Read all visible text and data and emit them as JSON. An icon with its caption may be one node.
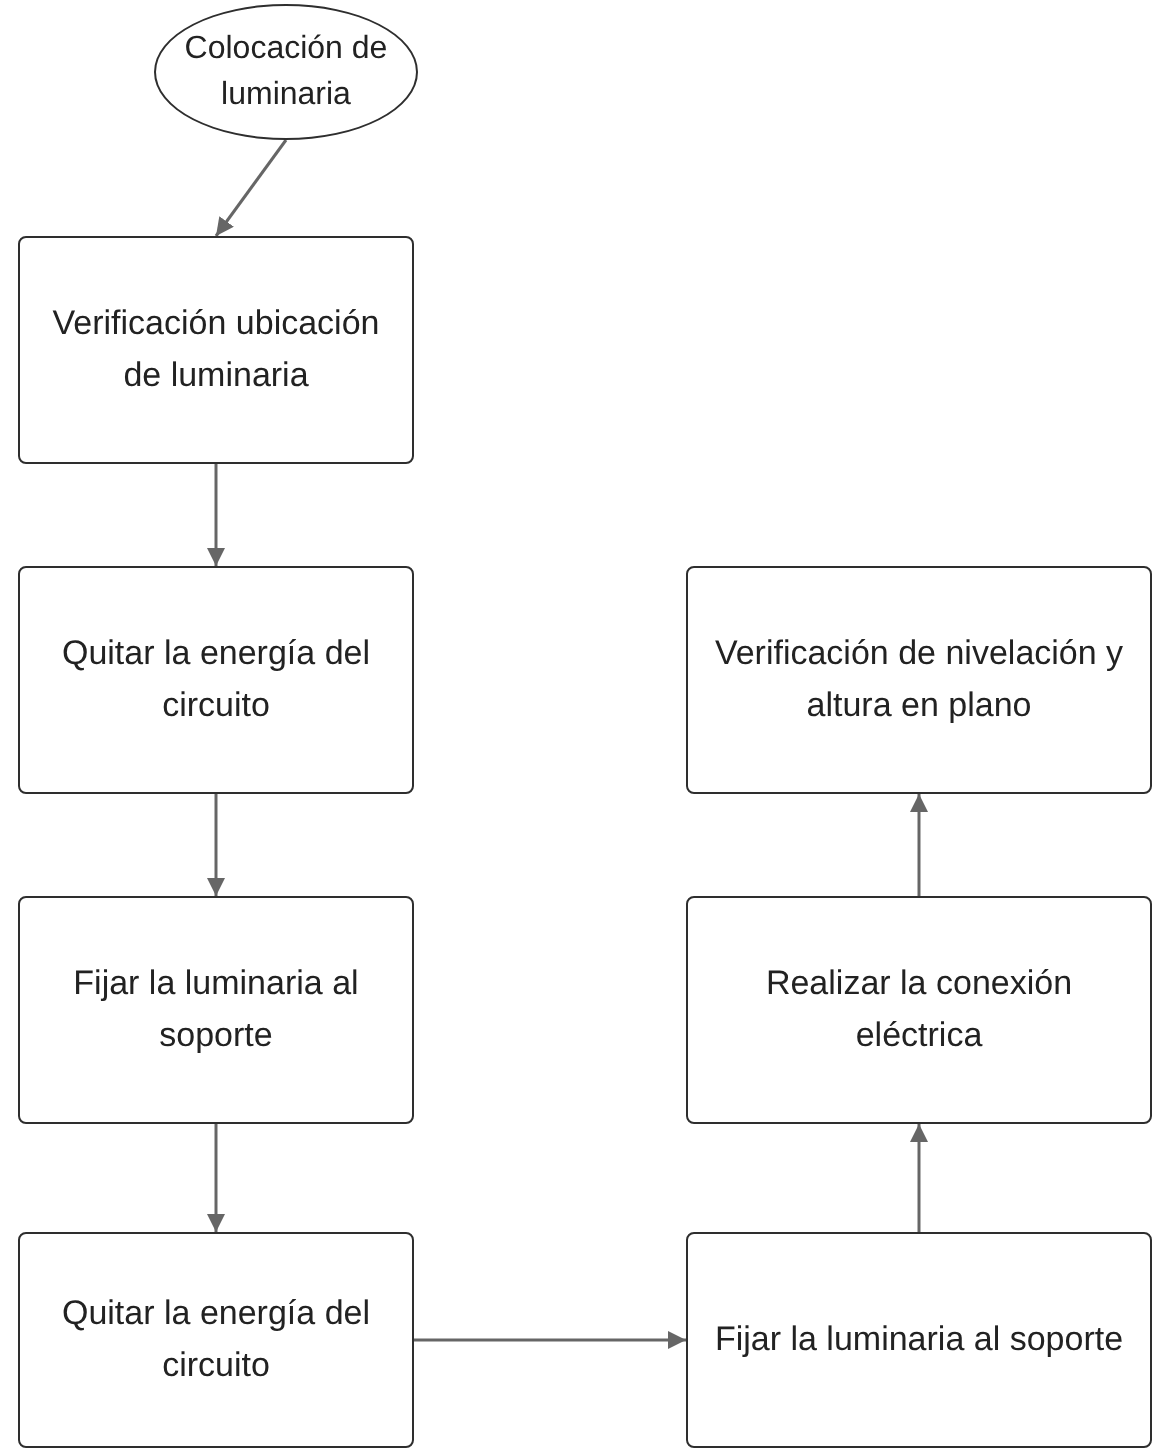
{
  "diagram": {
    "nodes": [
      {
        "text": [
          "Colocación de luminaria"
        ]
      },
      {
        "text": [
          "Verificación ubicación de luminaria"
        ]
      },
      {
        "text": [
          "Quitar la energía del circuito"
        ]
      },
      {
        "text": [
          "Fijar la luminaria al soporte"
        ]
      },
      {
        "text": [
          "Quitar la energía del circuito"
        ]
      },
      {
        "text": [
          "Fijar la luminaria al soporte"
        ]
      },
      {
        "text": [
          "Realizar la conexión eléctrica"
        ]
      },
      {
        "text": [
          "Verificación de nivelación y altura en plano"
        ]
      }
    ],
    "edges": [
      {
        "from": 0,
        "to": 1,
        "arrow": "to"
      },
      {
        "from": 1,
        "to": 2,
        "arrow": "to"
      },
      {
        "from": 2,
        "to": 3,
        "arrow": "to"
      },
      {
        "from": 3,
        "to": 4,
        "arrow": "to"
      },
      {
        "from": 4,
        "to": 5,
        "arrow": "to"
      },
      {
        "from": 5,
        "to": 6,
        "arrow": "to"
      },
      {
        "from": 6,
        "to": 7,
        "arrow": "to"
      }
    ]
  }
}
